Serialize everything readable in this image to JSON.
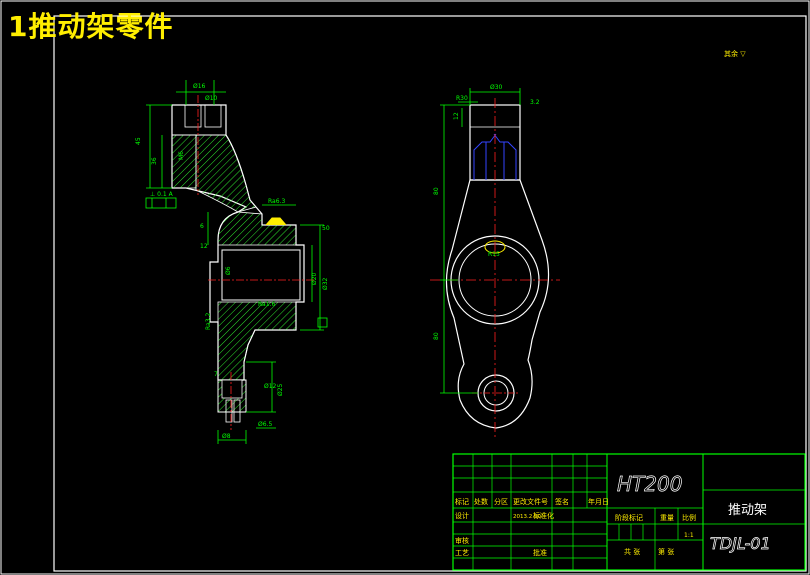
{
  "page_heading": "1推动架零件",
  "corner_note": "其余 ▽",
  "title_block": {
    "material": "HT200",
    "part_name": "推动架",
    "drawing_number": "TDJL-01",
    "scale": "1:1",
    "header_cells": [
      "标记",
      "处数",
      "分区",
      "更改文件号",
      "签名",
      "年月日"
    ],
    "design_label": "设计",
    "design_date": "2013.2.20",
    "standardize_label": "标准化",
    "stage_mark_label": "阶段标记",
    "weight_label": "重量",
    "scale_label": "比例",
    "review_label": "审核",
    "process_label": "工艺",
    "approve_label": "批准",
    "sheets_total_label": "共 张",
    "sheet_number_label": "第 张"
  },
  "dimensions": {
    "left_view": [
      "Ø16",
      "Ø10",
      "Ø6.5",
      "Ø6",
      "M6",
      "Ø20",
      "Ø32",
      "Ø25",
      "Ø12",
      "Ø8",
      "Ra6.3",
      "Ra3.2",
      "Ra1.6",
      "⊥ 0.1 A",
      "7",
      "36",
      "45",
      "50",
      "6",
      "12"
    ],
    "right_view": [
      "Ø30",
      "R30",
      "R15",
      "3.2",
      "12",
      "80"
    ]
  },
  "colors": {
    "background": "#000000",
    "frame": "#ffffff",
    "heading": "#ffee00",
    "outline": "#ffffff",
    "dimension": "#00ff00",
    "centerline": "#ff2020",
    "thread": "#3344ff",
    "hatch": "#33ff33"
  }
}
